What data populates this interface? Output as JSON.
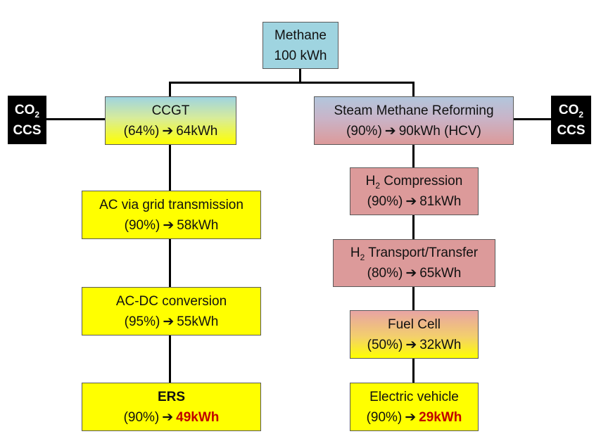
{
  "root": {
    "name": "Methane",
    "value": "100 kWh"
  },
  "ccs_left": {
    "label_co": "CO",
    "label_sub": "2",
    "label_ccs": "CCS"
  },
  "ccs_right": {
    "label_co": "CO",
    "label_sub": "2",
    "label_ccs": "CCS"
  },
  "arrow_glyph": "➔",
  "left_branch": [
    {
      "name": "CCGT",
      "pct": "(64%)",
      "out": "64kWh"
    },
    {
      "name": "AC via grid transmission",
      "pct": "(90%)",
      "out": "58kWh"
    },
    {
      "name": "AC-DC conversion",
      "pct": "(95%)",
      "out": "55kWh"
    },
    {
      "name": "ERS",
      "pct": "(90%)",
      "out": "49kWh"
    }
  ],
  "right_branch": [
    {
      "name": "Steam Methane Reforming",
      "pct": "(90%)",
      "out": "90kWh (HCV)"
    },
    {
      "name_pre": "H",
      "name_sub": "2",
      "name_post": " Compression",
      "pct": "(90%)",
      "out": "81kWh"
    },
    {
      "name_pre": "H",
      "name_sub": "2",
      "name_post": " Transport/Transfer",
      "pct": "(80%)",
      "out": "65kWh"
    },
    {
      "name": "Fuel Cell",
      "pct": "(50%)",
      "out": "32kWh"
    },
    {
      "name": "Electric vehicle",
      "pct": "(90%)",
      "out": "29kWh"
    }
  ]
}
